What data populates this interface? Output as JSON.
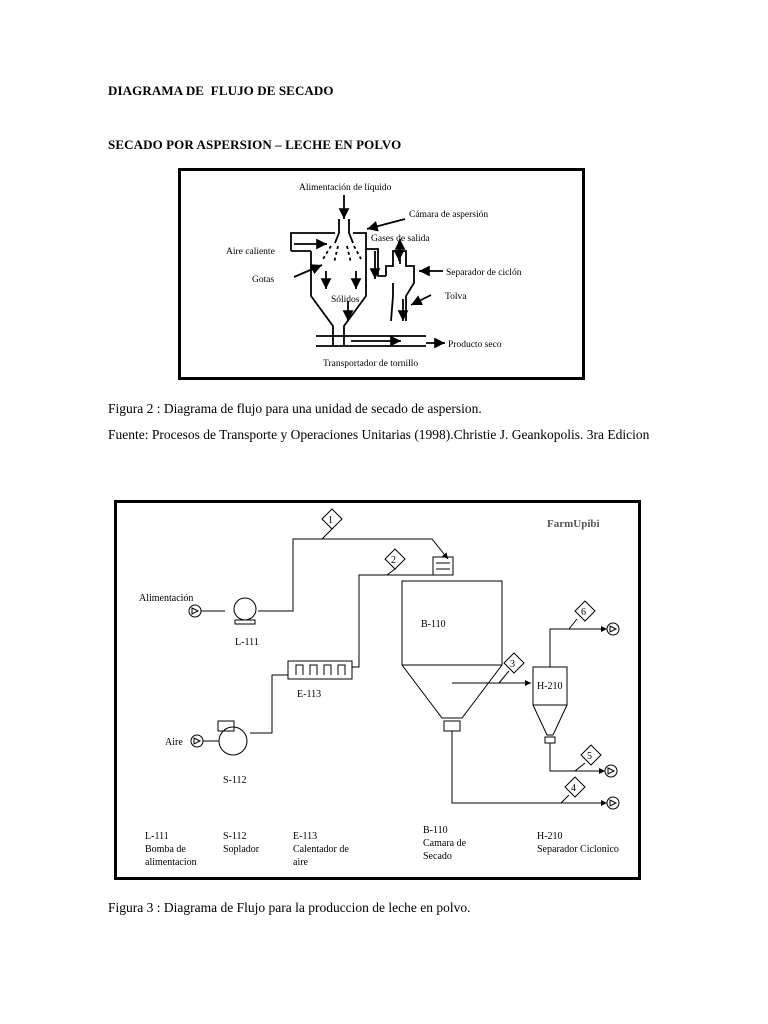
{
  "doc": {
    "title": "DIAGRAMA DE  FLUJO DE SECADO",
    "subtitle": "SECADO POR ASPERSION – LECHE EN POLVO",
    "fig2_caption": "Figura 2 : Diagrama de flujo para una unidad de secado de aspersion.",
    "source_text": "Fuente: Procesos de Transporte y Operaciones Unitarias (1998).Christie J. Geankopolis. 3ra Edicion",
    "fig3_caption": "Figura 3 : Diagrama de Flujo para la produccion de leche en polvo."
  },
  "fig1": {
    "alimentacion": "Alimentación de líquido",
    "camara": "Cámara de aspersión",
    "aire": "Aire  caliente",
    "gases": "Gases de salida",
    "gotas": "Gotas",
    "separador": "Separador de ciclón",
    "solidos": "Sólidos",
    "tolva": "Tolva",
    "producto": "Producto  seco",
    "transportador": "Transportador de tornillo"
  },
  "fig2": {
    "brand": "FarmUpibi",
    "alimentacion": "Alimentación",
    "aire": "Aire",
    "l111": "L-111",
    "s112": "S-112",
    "e113": "E-113",
    "b110": "B-110",
    "h210": "H-210",
    "streams": [
      "1",
      "2",
      "3",
      "4",
      "5",
      "6"
    ],
    "legend": [
      {
        "code": "L-111",
        "line1": "Bomba de",
        "line2": "alimentacion"
      },
      {
        "code": "S-112",
        "line1": "Soplador",
        "line2": ""
      },
      {
        "code": "E-113",
        "line1": "Calentador de",
        "line2": "aire"
      },
      {
        "code": "B-110",
        "line1": "Camara de",
        "line2": "Secado"
      },
      {
        "code": "H-210",
        "line1": "Separador Ciclonico",
        "line2": ""
      }
    ]
  }
}
